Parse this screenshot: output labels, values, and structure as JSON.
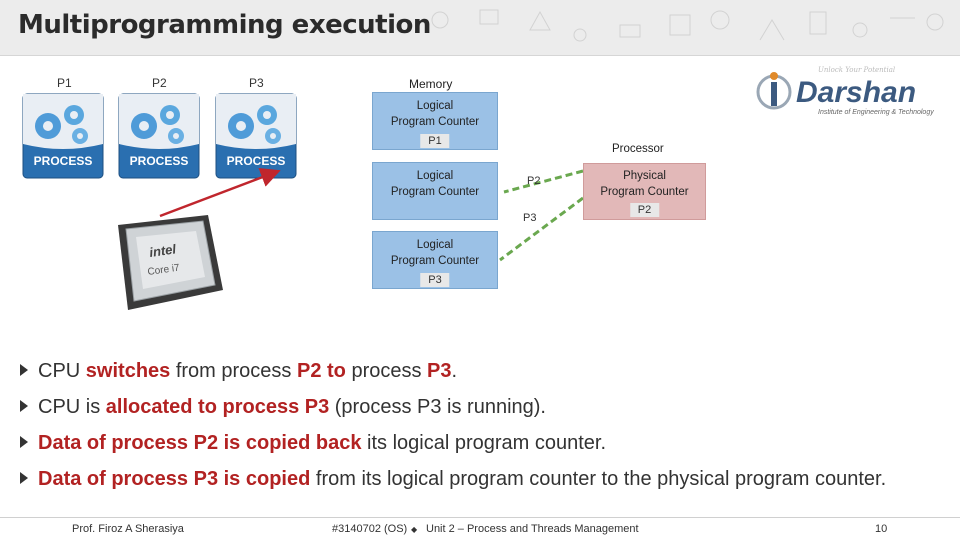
{
  "header": {
    "title": "Multiprogramming execution"
  },
  "processes": [
    {
      "label": "P1",
      "badge": "PROCESS"
    },
    {
      "label": "P2",
      "badge": "PROCESS"
    },
    {
      "label": "P3",
      "badge": "PROCESS"
    }
  ],
  "memory": {
    "label": "Memory",
    "blocks": [
      {
        "line1": "Logical",
        "line2": "Program Counter",
        "value": "P1"
      },
      {
        "line1": "Logical",
        "line2": "Program Counter",
        "value": ""
      },
      {
        "line1": "Logical",
        "line2": "Program Counter",
        "value": "P3"
      }
    ]
  },
  "processor": {
    "label": "Processor",
    "line1": "Physical",
    "line2": "Program Counter",
    "value": "P2"
  },
  "arrows": {
    "p2": "P2",
    "p3": "P3"
  },
  "cpu_chip": {
    "brand": "intel",
    "model": "Core i7"
  },
  "logo": {
    "name": "Darshan",
    "tagline": "Institute of Engineering & Technology",
    "top_text": "Unlock Your Potential"
  },
  "bullets": [
    [
      {
        "t": "CPU ",
        "h": false
      },
      {
        "t": "switches",
        "h": true
      },
      {
        "t": " from process ",
        "h": false
      },
      {
        "t": "P2 to",
        "h": true
      },
      {
        "t": " process ",
        "h": false
      },
      {
        "t": "P3",
        "h": true
      },
      {
        "t": ".",
        "h": false
      }
    ],
    [
      {
        "t": "CPU is ",
        "h": false
      },
      {
        "t": "allocated to process P3",
        "h": true
      },
      {
        "t": " (process P3 is running).",
        "h": false
      }
    ],
    [
      {
        "t": "Data of process P2 is copied back",
        "h": true
      },
      {
        "t": " its logical program counter.",
        "h": false
      }
    ],
    [
      {
        "t": "Data of process P3 is copied",
        "h": true
      },
      {
        "t": " from its logical program counter to the physical program counter.",
        "h": false
      }
    ]
  ],
  "footer": {
    "author": "Prof. Firoz A Sherasiya",
    "course": "#3140702 (OS)",
    "separator": "◆",
    "unit": "Unit 2 – Process and Threads Management",
    "page": "10"
  },
  "colors": {
    "memory": "#9bc1e6",
    "processor": "#e2b8b8",
    "highlight": "#b22222",
    "arrow_red": "#c0262d",
    "arrow_green": "#6aa84f"
  }
}
